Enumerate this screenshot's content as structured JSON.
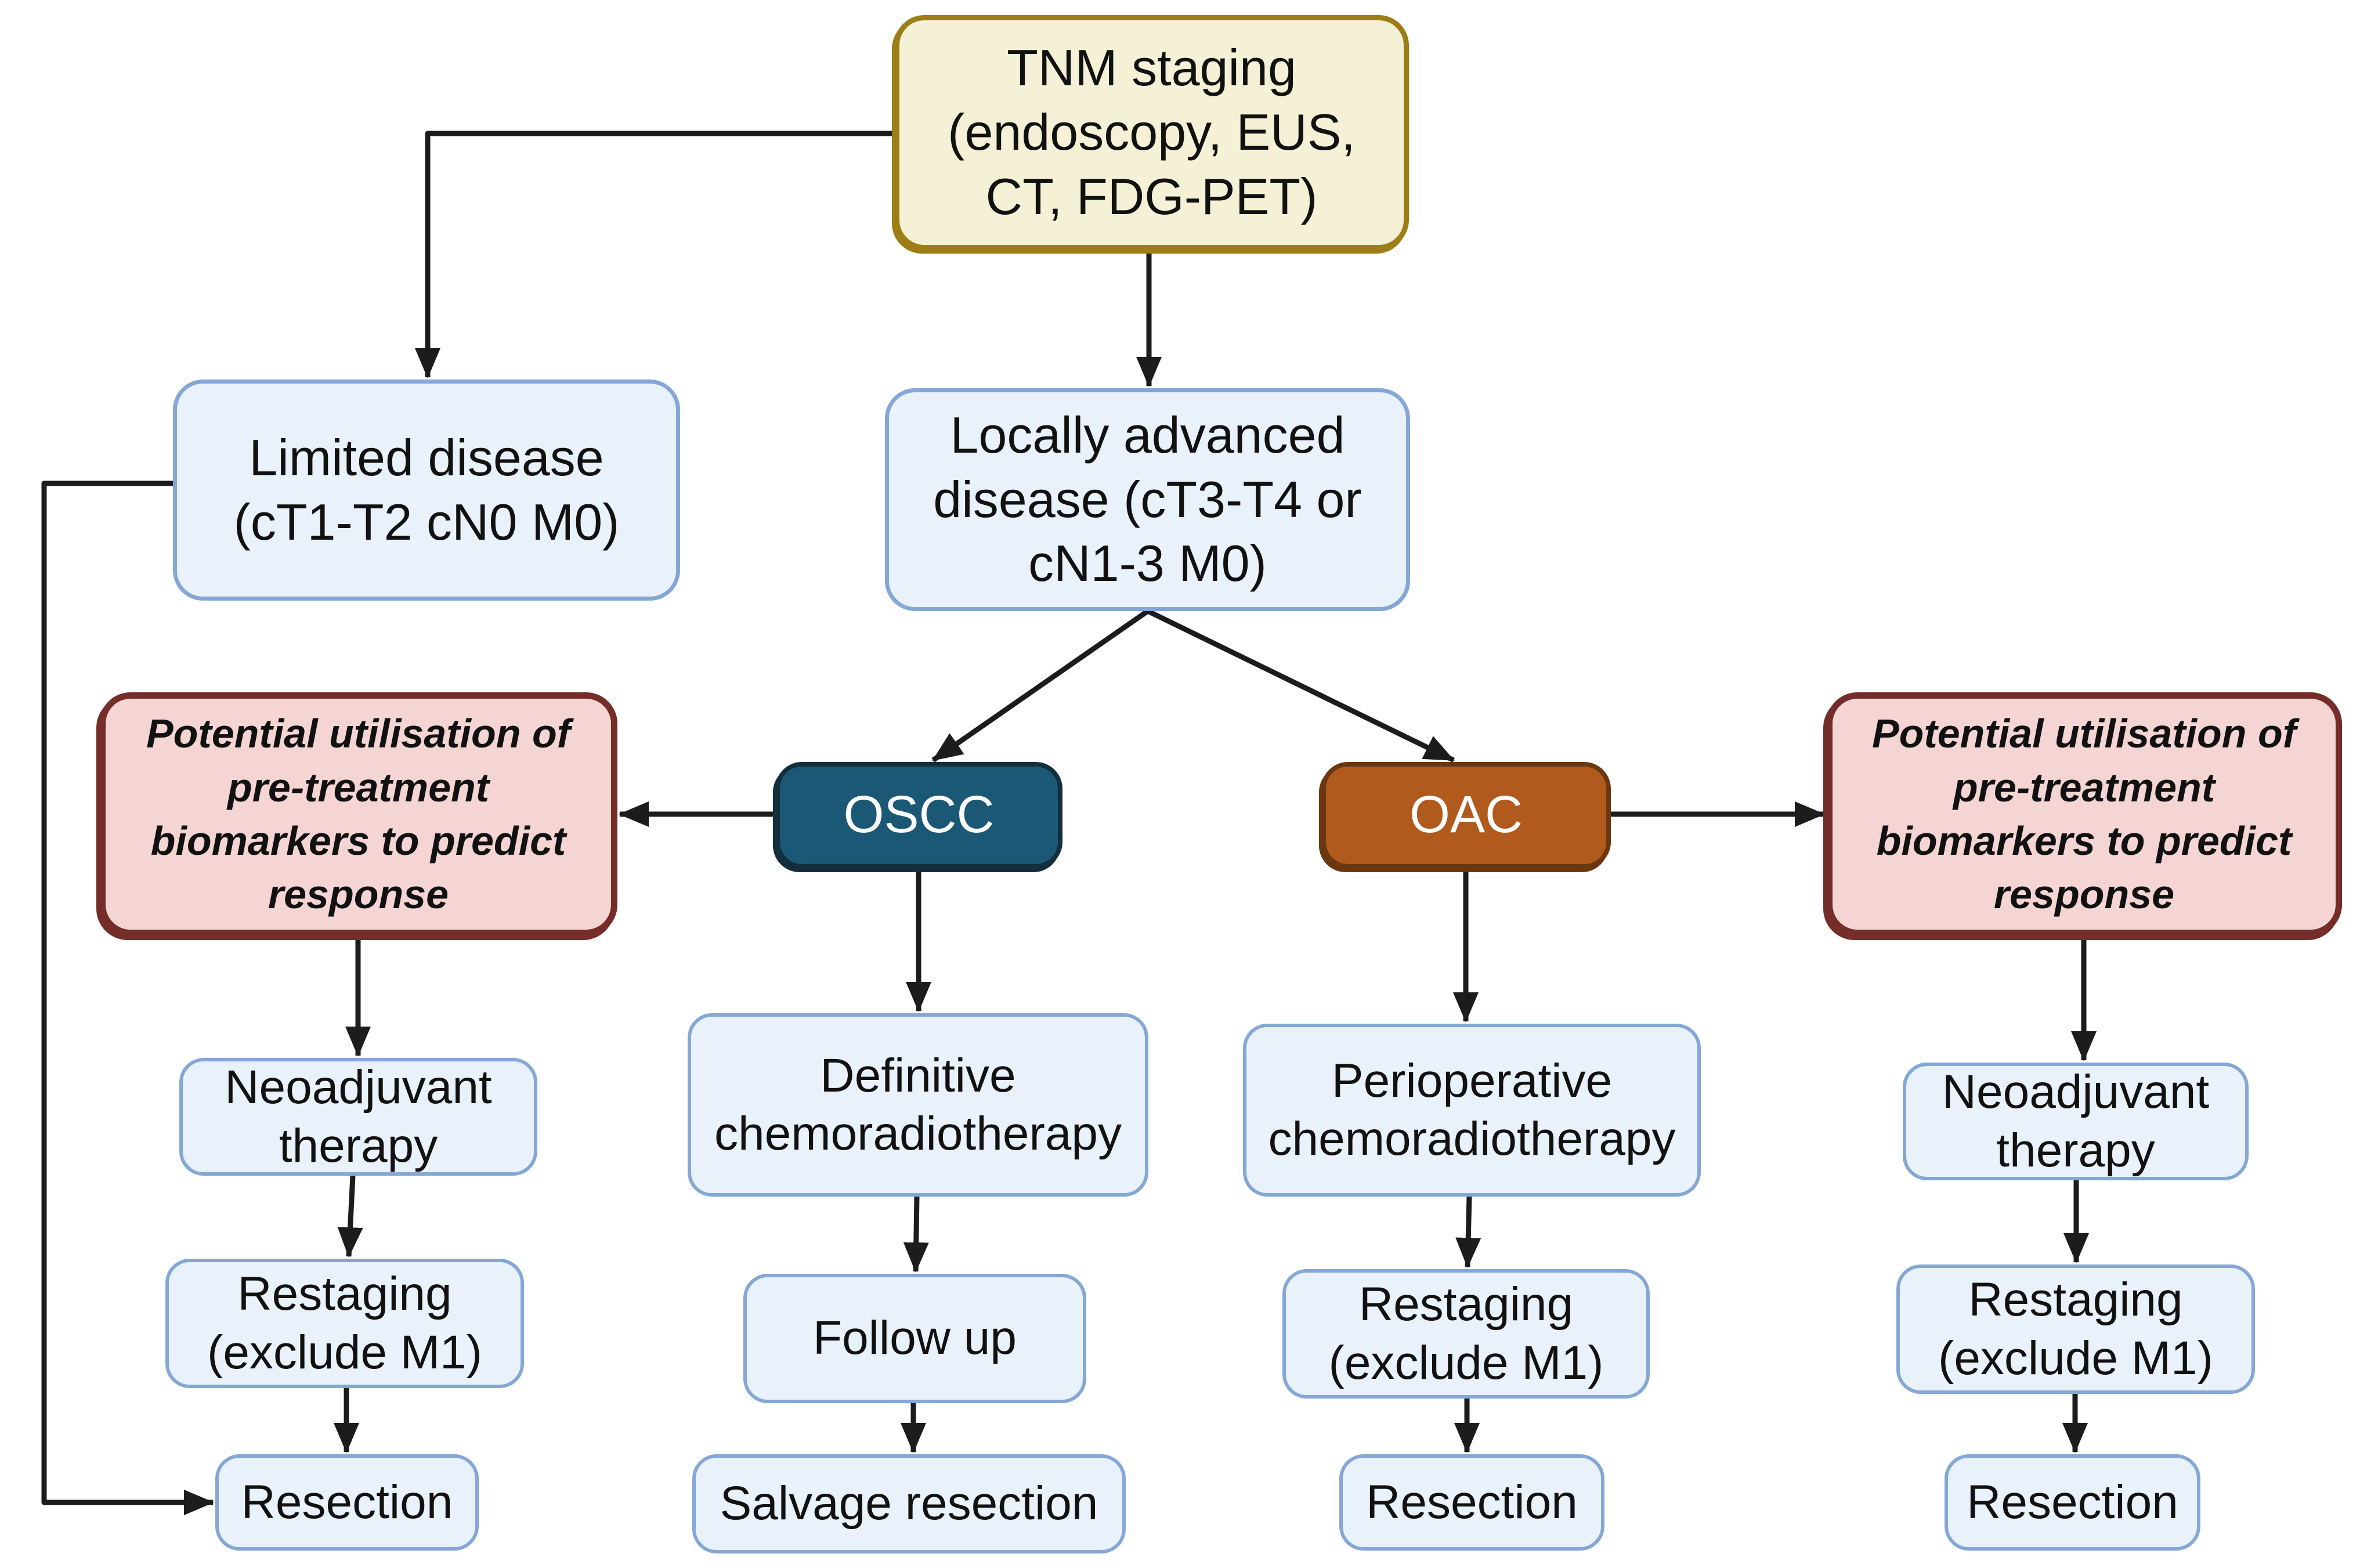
{
  "diagram": {
    "background": "#ffffff",
    "arrow_color": "#1c1c1c",
    "nodes": {
      "tnm_staging": {
        "label": "TNM staging (endoscopy, EUS, CT, FDG-PET)",
        "fill": "#f5f1d6",
        "border": "#9d7d16",
        "text_color": "#111111"
      },
      "limited_disease": {
        "label": "Limited disease (cT1-T2 cN0 M0)",
        "fill": "#e9f1fb",
        "border": "#84a7d6",
        "text_color": "#111111"
      },
      "locally_advanced": {
        "label": "Locally advanced disease (cT3-T4 or cN1-3 M0)",
        "fill": "#e9f1fb",
        "border": "#84a7d6",
        "text_color": "#111111"
      },
      "oscc": {
        "label": "OSCC",
        "fill": "#1b5875",
        "border": "#132e3c",
        "text_color": "#ffffff"
      },
      "oac": {
        "label": "OAC",
        "fill": "#b05a1e",
        "border": "#6b3711",
        "text_color": "#ffffff"
      },
      "biomarkers_left": {
        "label": "Potential utilisation of pre-treatment biomarkers to predict response",
        "fill": "#f4d5d4",
        "border": "#742d28",
        "text_color": "#111111"
      },
      "biomarkers_right": {
        "label": "Potential utilisation of pre-treatment biomarkers to predict response",
        "fill": "#f4d5d4",
        "border": "#742d28",
        "text_color": "#111111"
      },
      "neoadjuvant_left": {
        "label": "Neoadjuvant therapy",
        "fill": "#e9f1fb",
        "border": "#84a7d6"
      },
      "restaging_left": {
        "label": "Restaging (exclude M1)",
        "fill": "#e9f1fb",
        "border": "#84a7d6"
      },
      "resection_left": {
        "label": "Resection",
        "fill": "#e9f1fb",
        "border": "#84a7d6"
      },
      "definitive_crt": {
        "label": "Definitive chemoradiotherapy",
        "fill": "#e9f1fb",
        "border": "#84a7d6"
      },
      "follow_up": {
        "label": "Follow up",
        "fill": "#e9f1fb",
        "border": "#84a7d6"
      },
      "salvage_resection": {
        "label": "Salvage resection",
        "fill": "#e9f1fb",
        "border": "#84a7d6"
      },
      "perioperative_crt": {
        "label": "Perioperative chemoradiotherapy",
        "fill": "#e9f1fb",
        "border": "#84a7d6"
      },
      "restaging_oac": {
        "label": "Restaging (exclude M1)",
        "fill": "#e9f1fb",
        "border": "#84a7d6"
      },
      "resection_oac": {
        "label": "Resection",
        "fill": "#e9f1fb",
        "border": "#84a7d6"
      },
      "neoadjuvant_right": {
        "label": "Neoadjuvant therapy",
        "fill": "#e9f1fb",
        "border": "#84a7d6"
      },
      "restaging_right": {
        "label": "Restaging (exclude M1)",
        "fill": "#e9f1fb",
        "border": "#84a7d6"
      },
      "resection_right": {
        "label": "Resection",
        "fill": "#e9f1fb",
        "border": "#84a7d6"
      }
    },
    "edges": [
      {
        "from": "tnm_staging",
        "to": "limited_disease"
      },
      {
        "from": "tnm_staging",
        "to": "locally_advanced"
      },
      {
        "from": "locally_advanced",
        "to": "oscc"
      },
      {
        "from": "locally_advanced",
        "to": "oac"
      },
      {
        "from": "oscc",
        "to": "biomarkers_left"
      },
      {
        "from": "oac",
        "to": "biomarkers_right"
      },
      {
        "from": "biomarkers_left",
        "to": "neoadjuvant_left"
      },
      {
        "from": "neoadjuvant_left",
        "to": "restaging_left"
      },
      {
        "from": "restaging_left",
        "to": "resection_left"
      },
      {
        "from": "limited_disease",
        "to": "resection_left"
      },
      {
        "from": "oscc",
        "to": "definitive_crt"
      },
      {
        "from": "definitive_crt",
        "to": "follow_up"
      },
      {
        "from": "follow_up",
        "to": "salvage_resection"
      },
      {
        "from": "oac",
        "to": "perioperative_crt"
      },
      {
        "from": "perioperative_crt",
        "to": "restaging_oac"
      },
      {
        "from": "restaging_oac",
        "to": "resection_oac"
      },
      {
        "from": "biomarkers_right",
        "to": "neoadjuvant_right"
      },
      {
        "from": "neoadjuvant_right",
        "to": "restaging_right"
      },
      {
        "from": "restaging_right",
        "to": "resection_right"
      }
    ]
  }
}
